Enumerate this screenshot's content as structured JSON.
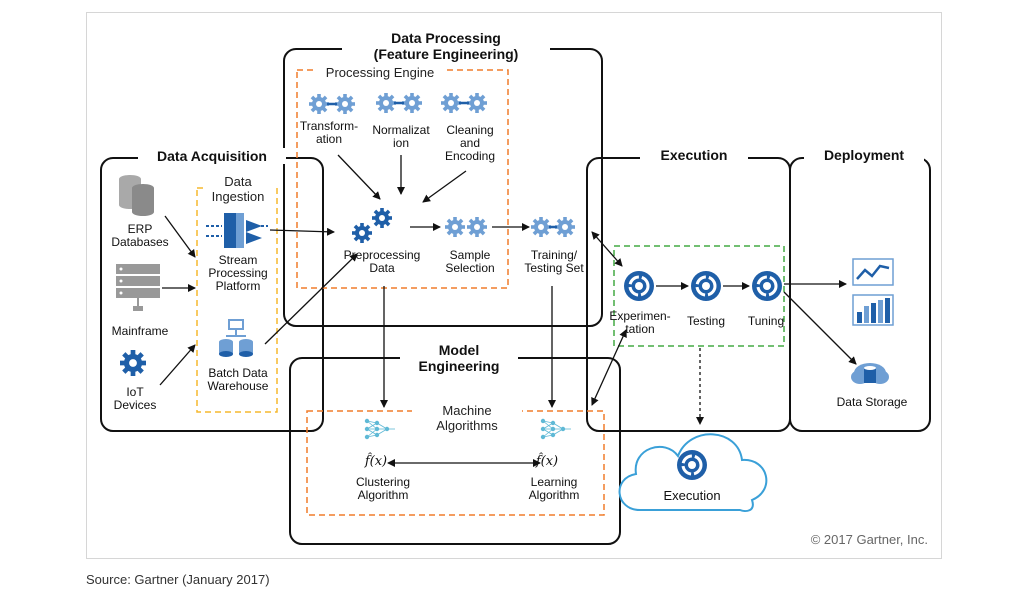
{
  "sections": {
    "data_processing": "Data Processing\n(Feature Engineering)",
    "processing_engine": "Processing Engine",
    "data_acquisition": "Data Acquisition",
    "data_ingestion": "Data\nIngestion",
    "execution": "Execution",
    "deployment": "Deployment",
    "model_engineering": "Model\nEngineering",
    "machine_algorithms": "Machine\nAlgorithms"
  },
  "nodes": {
    "transformation": "Transform-\nation",
    "normalization": "Normalizat\nion",
    "cleaning": "Cleaning\nand\nEncoding",
    "erp": "ERP\nDatabases",
    "mainframe": "Mainframe",
    "iot": "IoT\nDevices",
    "stream": "Stream\nProcessing\nPlatform",
    "batch": "Batch Data\nWarehouse",
    "preprocessing": "Preprocessing\nData",
    "sample": "Sample\nSelection",
    "training": "Training/\nTesting Set",
    "experimentation": "Experimen-\ntation",
    "testing": "Testing",
    "tuning": "Tuning",
    "data_storage": "Data Storage",
    "clustering": "Clustering\nAlgorithm",
    "learning": "Learning\nAlgorithm",
    "cloud_execution": "Execution",
    "fx_left": "f̂(x)",
    "fx_right": "f̂(x)"
  },
  "footer": {
    "copyright": "© 2017 Gartner, Inc.",
    "source": "Source: Gartner (January 2017)"
  },
  "colors": {
    "icon_blue": "#1f5fa8",
    "icon_light": "#6f9fd4",
    "orange_dash": "#f07d2c",
    "yellow_dash": "#f5b82e",
    "green_dash": "#44aa44",
    "cloud_blue": "#3aa0d8"
  }
}
